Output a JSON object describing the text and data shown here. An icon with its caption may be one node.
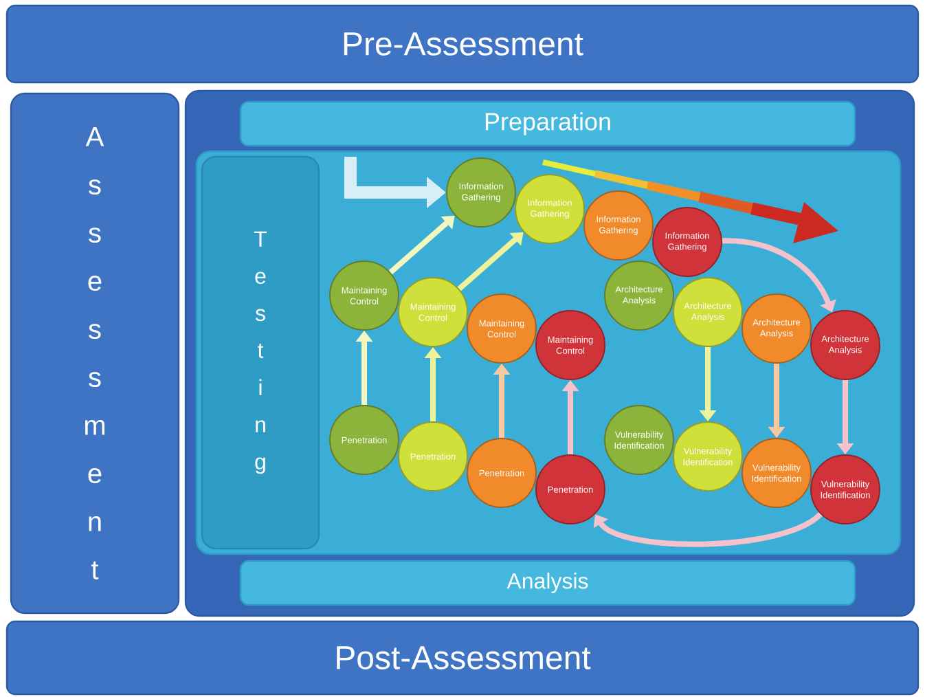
{
  "diagram": {
    "nodes": [
      {
        "text": [
          "Pre-Assessment"
        ]
      },
      {
        "text": [
          "Assessment"
        ]
      },
      {
        "text": [],
        "shape": "box"
      },
      {
        "text": [
          "Preparation"
        ],
        "in": 2
      },
      {
        "text": [],
        "shape": "box",
        "in": 2
      },
      {
        "text": [
          "Testing"
        ],
        "in": 4
      },
      {
        "text": [
          "Information Gathering"
        ],
        "in": 4
      },
      {
        "text": [
          "Maintaining Control"
        ],
        "in": 4
      },
      {
        "text": [
          "Architecture Analysis"
        ],
        "in": 4
      },
      {
        "text": [
          "Penetration"
        ],
        "in": 4
      },
      {
        "text": [
          "Vulnerability Identification"
        ],
        "in": 4
      },
      {
        "text": [
          "Information Gathering"
        ],
        "in": 4
      },
      {
        "text": [
          "Maintaining Control"
        ],
        "in": 4
      },
      {
        "text": [
          "Architecture Analysis"
        ],
        "in": 4
      },
      {
        "text": [
          "Penetration"
        ],
        "in": 4
      },
      {
        "text": [
          "Vulnerability Identification"
        ],
        "in": 4
      },
      {
        "text": [
          "Information Gathering"
        ],
        "in": 4
      },
      {
        "text": [
          "Maintaining Control"
        ],
        "in": 4
      },
      {
        "text": [
          "Architecture Analysis"
        ],
        "in": 4
      },
      {
        "text": [
          "Penetration"
        ],
        "in": 4
      },
      {
        "text": [
          "Vulnerability Identification"
        ],
        "in": 4
      },
      {
        "text": [
          "Information Gathering"
        ],
        "in": 4
      },
      {
        "text": [
          "Maintaining Control"
        ],
        "in": 4
      },
      {
        "text": [
          "Architecture Analysis"
        ],
        "in": 4
      },
      {
        "text": [
          "Penetration"
        ],
        "in": 4
      },
      {
        "text": [
          "Vulnerability Identification"
        ],
        "in": 4
      },
      {
        "text": [
          "Analysis"
        ],
        "in": 2
      },
      {
        "text": [
          "Post-Assessment"
        ]
      }
    ],
    "edges": [
      {
        "from": null,
        "to": 6,
        "arrow": "to",
        "style": "thick",
        "color": "#d8eef6"
      },
      {
        "from": 9,
        "to": 7,
        "arrow": "to",
        "color": "#f2f6c0"
      },
      {
        "from": 7,
        "to": 6,
        "arrow": "to",
        "color": "#f2f6c0"
      },
      {
        "from": 14,
        "to": 12,
        "arrow": "to",
        "color": "#eef29a"
      },
      {
        "from": 12,
        "to": 11,
        "arrow": "to",
        "color": "#eef29a"
      },
      {
        "from": 13,
        "to": 15,
        "arrow": "to",
        "color": "#eef29a"
      },
      {
        "from": 19,
        "to": 17,
        "arrow": "to",
        "color": "#f8c8a0"
      },
      {
        "from": 18,
        "to": 20,
        "arrow": "to",
        "color": "#f8c8a0"
      },
      {
        "from": 21,
        "to": 23,
        "arrow": "to",
        "color": "#f5c2cc"
      },
      {
        "from": 23,
        "to": 25,
        "arrow": "to",
        "color": "#f5c2cc"
      },
      {
        "from": 25,
        "to": 24,
        "arrow": "to",
        "color": "#f5c2cc"
      },
      {
        "from": 24,
        "to": 22,
        "arrow": "to",
        "color": "#f5c2cc"
      }
    ]
  }
}
